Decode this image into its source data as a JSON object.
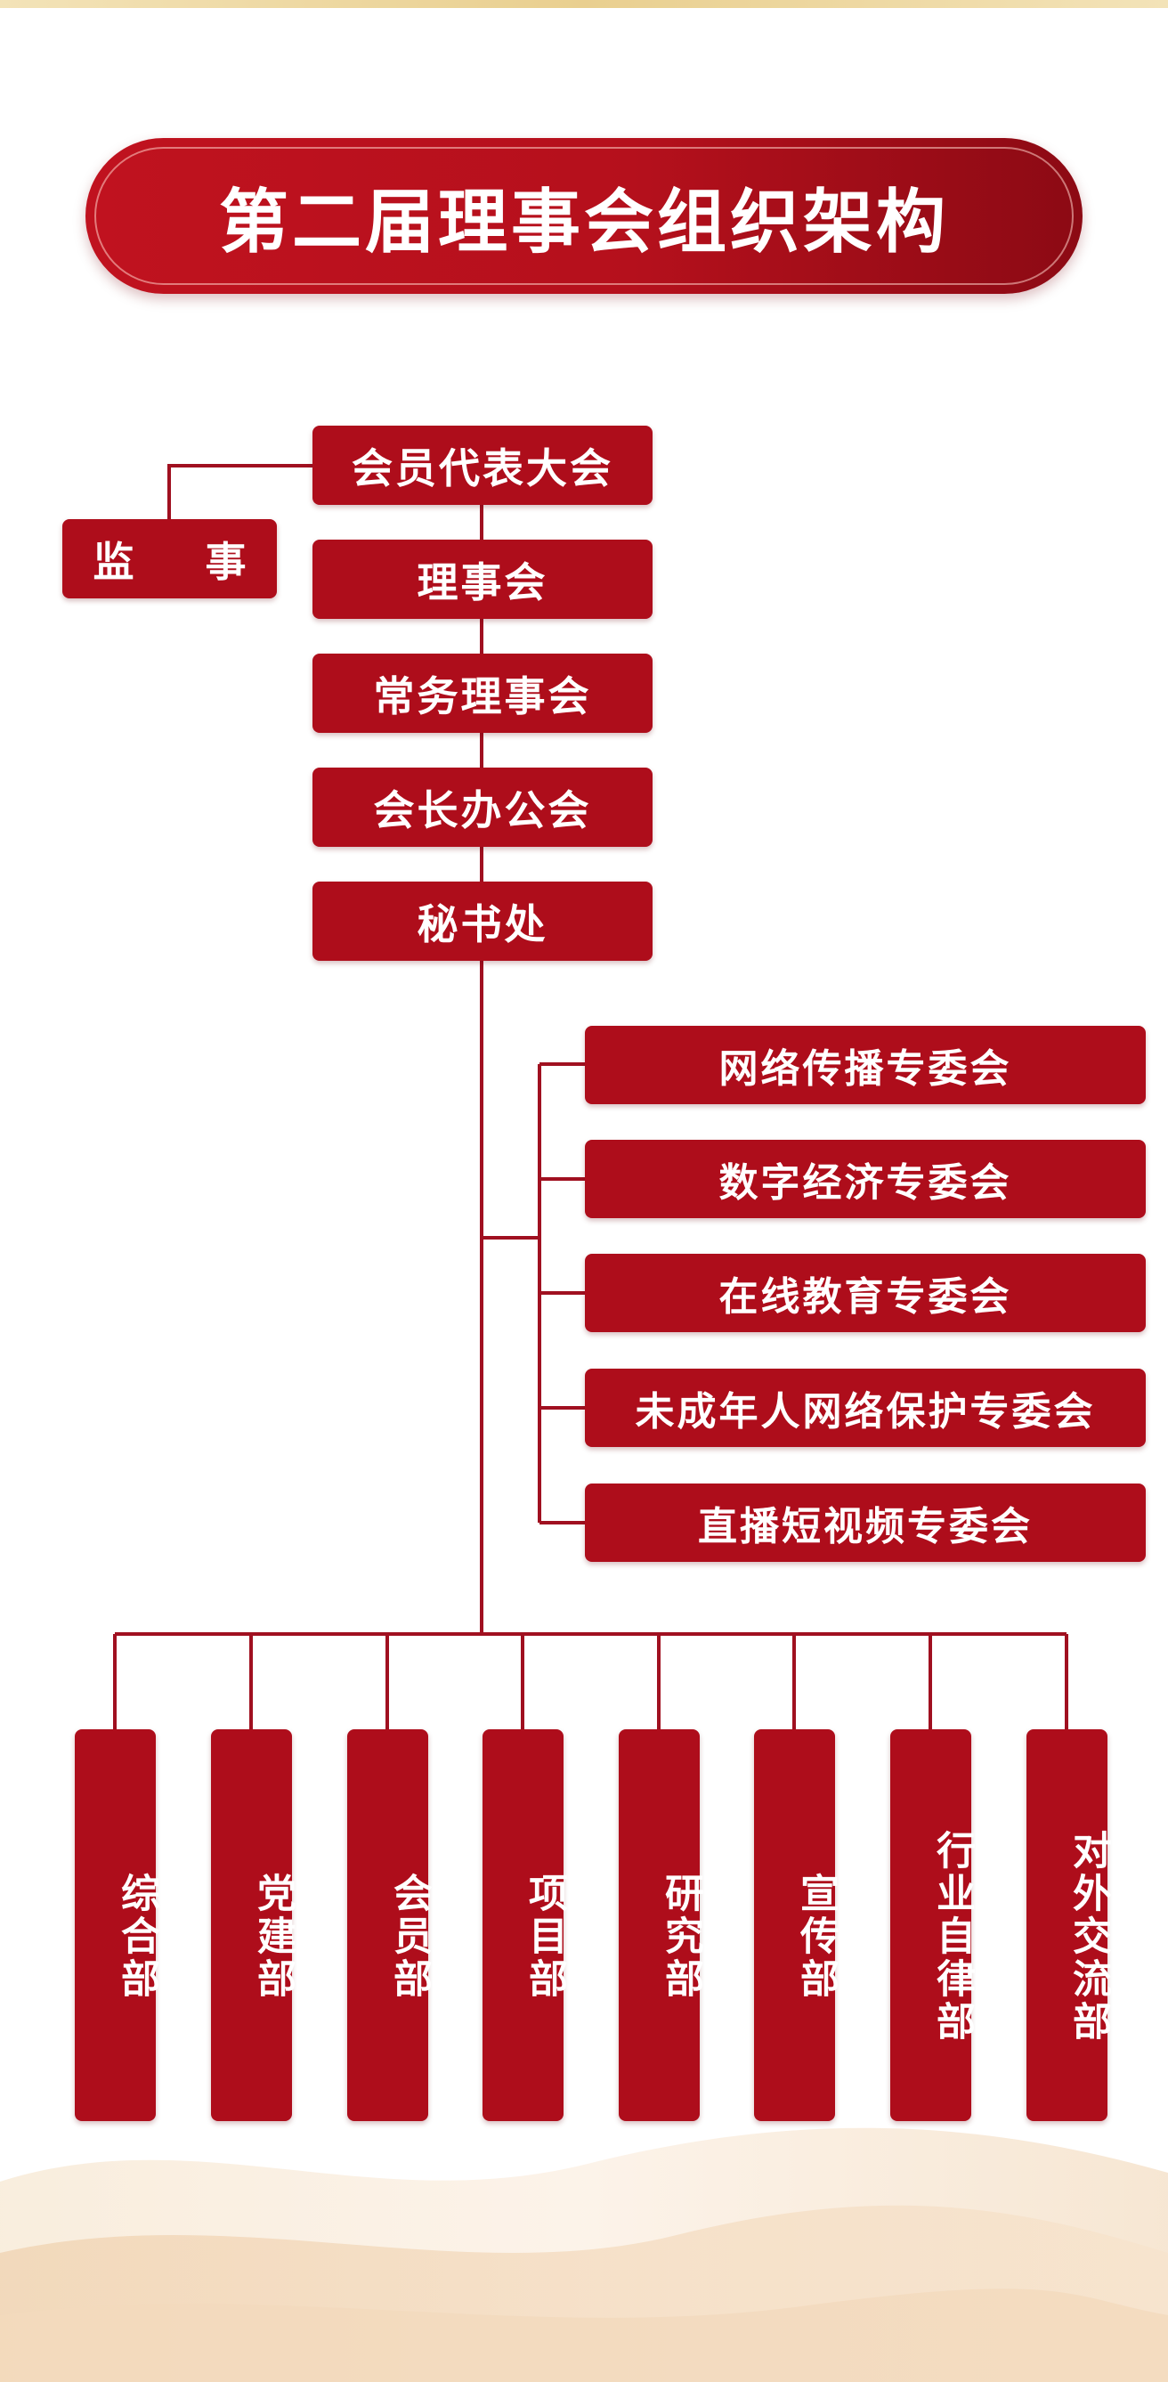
{
  "title": "第二届理事会组织架构",
  "main_chain": [
    "会员代表大会",
    "理事会",
    "常务理事会",
    "会长办公会",
    "秘书处"
  ],
  "supervisor": "监  事",
  "committees": [
    "网络传播专委会",
    "数字经济专委会",
    "在线教育专委会",
    "未成年人网络保护专委会",
    "直播短视频专委会"
  ],
  "departments": [
    "综合部",
    "党建部",
    "会员部",
    "项目部",
    "研究部",
    "宣传部",
    "行业自律部",
    "对外交流部"
  ],
  "colors": {
    "box": "#ae0d1b",
    "line": "#a01020",
    "banner": "#c0121f",
    "text": "#ffffff"
  }
}
